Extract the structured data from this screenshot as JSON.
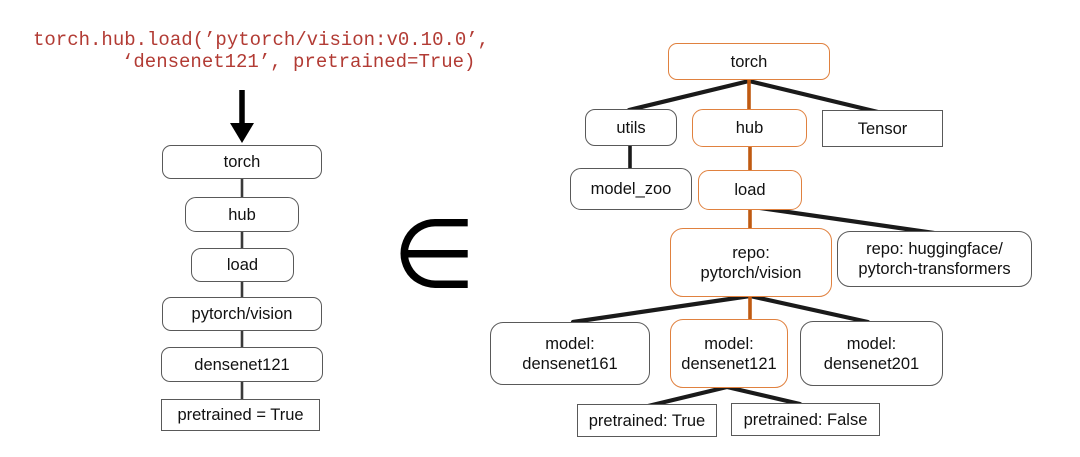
{
  "figure": {
    "code_call": {
      "line1": "torch.hub.load(’pytorch/vision:v0.10.0’,",
      "line2": "‘densenet121’, pretrained=True)"
    },
    "element_of_symbol": "∈"
  },
  "chain": {
    "nodes": [
      {
        "label": "torch"
      },
      {
        "label": "hub"
      },
      {
        "label": "load"
      },
      {
        "label": "pytorch/vision"
      },
      {
        "label": "densenet121"
      },
      {
        "label": "pretrained = True"
      }
    ]
  },
  "tree": {
    "nodes": {
      "torch": {
        "label": "torch",
        "highlighted": true
      },
      "utils": {
        "label": "utils",
        "highlighted": false
      },
      "hub": {
        "label": "hub",
        "highlighted": true
      },
      "tensor": {
        "label": "Tensor",
        "highlighted": false
      },
      "model_zoo": {
        "label": "model_zoo",
        "highlighted": false
      },
      "load": {
        "label": "load",
        "highlighted": true
      },
      "repo_pytorch_vision": {
        "line1": "repo:",
        "line2": "pytorch/vision",
        "highlighted": true
      },
      "repo_huggingface": {
        "line1": "repo: huggingface/",
        "line2": "pytorch-transformers",
        "highlighted": false
      },
      "model_densenet161": {
        "line1": "model:",
        "line2": "densenet161",
        "highlighted": false
      },
      "model_densenet121": {
        "line1": "model:",
        "line2": "densenet121",
        "highlighted": true
      },
      "model_densenet201": {
        "line1": "model:",
        "line2": "densenet201",
        "highlighted": false
      },
      "pretrained_true": {
        "label": "pretrained: True",
        "highlighted": false
      },
      "pretrained_false": {
        "label": "pretrained: False",
        "highlighted": false
      }
    }
  },
  "colors": {
    "background": "#ffffff",
    "code_text": "#b23b34",
    "highlight_border": "#e0813f",
    "highlight_edge": "#c05a11",
    "node_border": "#595959",
    "edge_black": "#1a1a1a"
  }
}
